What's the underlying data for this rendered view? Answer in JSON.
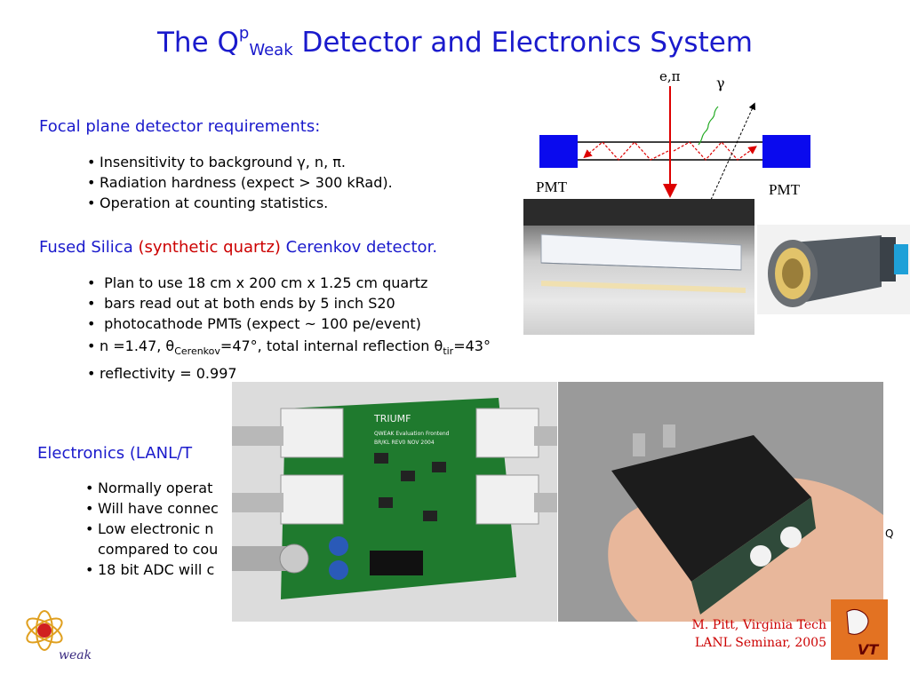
{
  "title": {
    "pre": "The Q",
    "sup": "p",
    "sub": "Weak",
    "post": " Detector and Electronics System"
  },
  "section1": {
    "heading": "Focal plane detector requirements:",
    "items": [
      "Insensitivity to background γ, n, π.",
      "Radiation hardness (expect > 300 kRad).",
      "Operation at counting statistics."
    ]
  },
  "section2": {
    "heading_pre": "Fused Silica ",
    "heading_red": "(synthetic quartz)",
    "heading_post": " Cerenkov detector.",
    "items": [
      " Plan to use 18 cm x 200 cm x 1.25 cm quartz",
      " bars read out at both ends by 5 inch S20",
      " photocathode PMTs  (expect ~ 100 pe/event)"
    ],
    "item4": {
      "a": "n  =1.47, θ",
      "s1": "Cerenkov",
      "b": "=47°, total internal reflection θ",
      "s2": "tir",
      "c": "=43°"
    },
    "item5": "reflectivity = 0.997"
  },
  "section3": {
    "heading": "Electronics (LANL/T",
    "items": [
      "Normally operat",
      "Will have connec",
      "Low electronic n",
      "compared to cou",
      "18 bit ADC will c"
    ]
  },
  "diagram": {
    "particle_label": "e,π",
    "gamma_label": "γ",
    "pmt_left": "PMT",
    "pmt_right": "PMT"
  },
  "pcb": {
    "brand": "TRIUMF",
    "line1": "QWEAK Evaluation Frontend",
    "line2": "BR/KL   REV0  NOV 2004"
  },
  "side_q": "Q",
  "footer": {
    "line1": "M. Pitt, Virginia Tech",
    "line2": "LANL Seminar, 2005"
  },
  "logo": {
    "text": "weak",
    "vt": "VT"
  },
  "colors": {
    "title_blue": "#1a1acc",
    "accent_red": "#cc0000",
    "pmt_blue": "#0a0aee",
    "pcb_green": "#1f7a2e"
  }
}
